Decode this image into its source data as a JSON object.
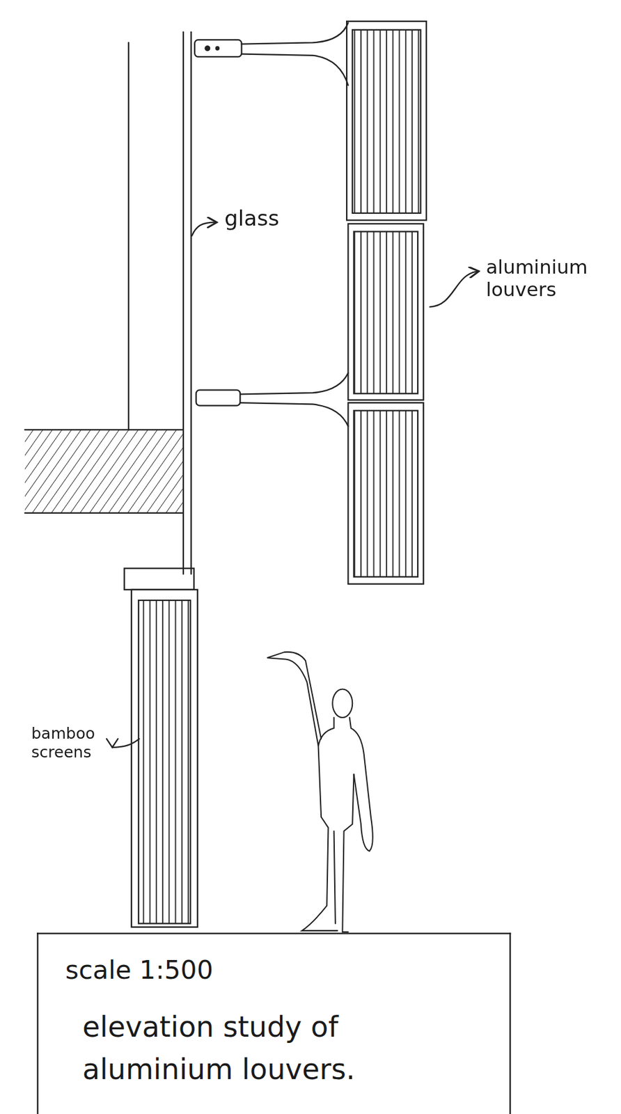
{
  "diagram": {
    "nodes": [
      {
        "text": [
          "scale 1:500",
          "elevation study of aluminium louvers."
        ]
      }
    ],
    "labels": [
      "glass",
      "aluminium louvers",
      "bamboo screens"
    ]
  }
}
